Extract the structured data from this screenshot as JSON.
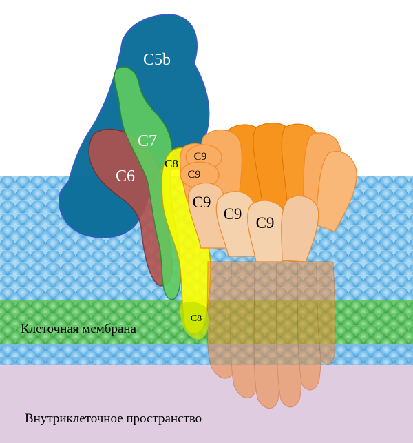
{
  "labels": {
    "c5b": "C5b",
    "c7": "C7",
    "c6": "C6",
    "c8": "C8",
    "c8_lower": "C8",
    "c9_small_1": "C9",
    "c9_small_2": "C9",
    "c9_1": "C9",
    "c9_2": "C9",
    "c9_3": "C9",
    "membrane": "Клеточная мембрана",
    "intracellular": "Внутриклеточное пространство"
  },
  "colors": {
    "c5b": "#0b6e99",
    "c7": "#5fcc5f",
    "c6": "#b5504a",
    "c8": "#ffff00",
    "c9_dark": "#f7941d",
    "c9_mid": "#f9ad63",
    "c9_light": "#f5d2ae",
    "membrane_blue": "#5aa8dc",
    "membrane_green": "#4bb45a",
    "intracellular": "#e0cce0"
  }
}
